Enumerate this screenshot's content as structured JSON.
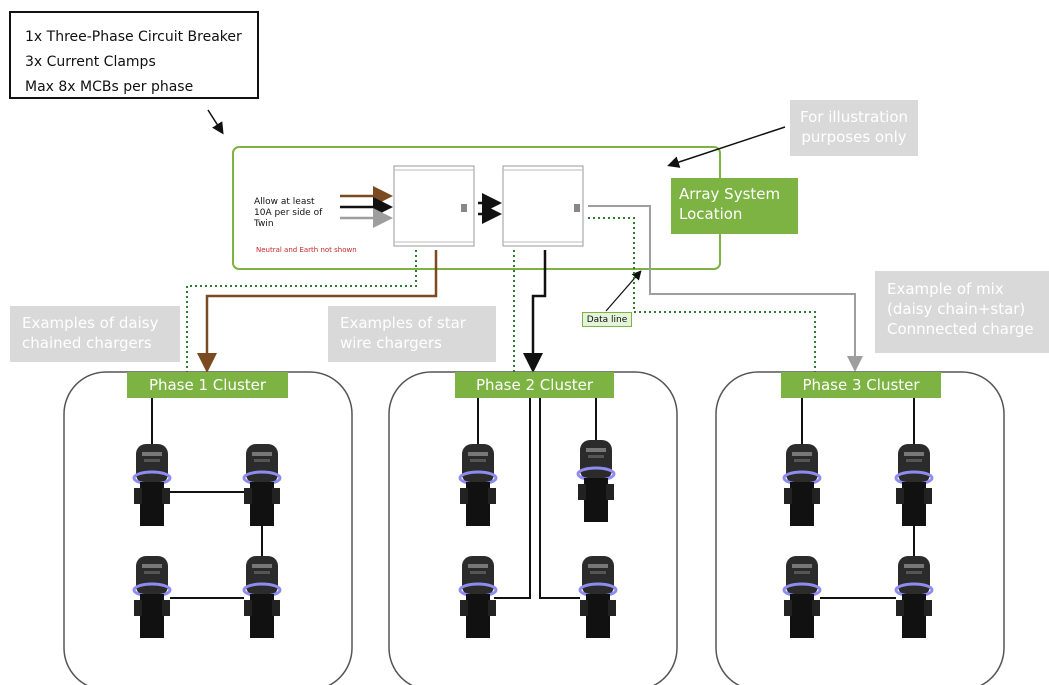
{
  "info_box": {
    "lines": [
      "1x Three-Phase Circuit Breaker",
      "3x Current Clamps",
      "Max 8x MCBs per phase"
    ]
  },
  "notes": {
    "illustration": "For illustration purposes only",
    "array_location": "Array System Location",
    "allow_text": [
      "Allow at least",
      "10A per side of",
      "Twin"
    ],
    "neutral_earth": "Neutral and Earth not shown",
    "data_line": "Data line",
    "daisy_example": "Examples of daisy chained chargers",
    "star_example": "Examples of star wire chargers",
    "mix_example": "Example of mix (daisy chain+star) Connnected charge"
  },
  "clusters": [
    {
      "label": "Phase 1 Cluster"
    },
    {
      "label": "Phase 2 Cluster"
    },
    {
      "label": "Phase 3 Cluster"
    }
  ],
  "colors": {
    "green": "#7cb342",
    "grey_note": "#d9d9d9",
    "cable_brown": "#7b4a21",
    "cable_black": "#111111",
    "cable_grey": "#9e9e9e",
    "data_dotted": "#2e7d32"
  }
}
